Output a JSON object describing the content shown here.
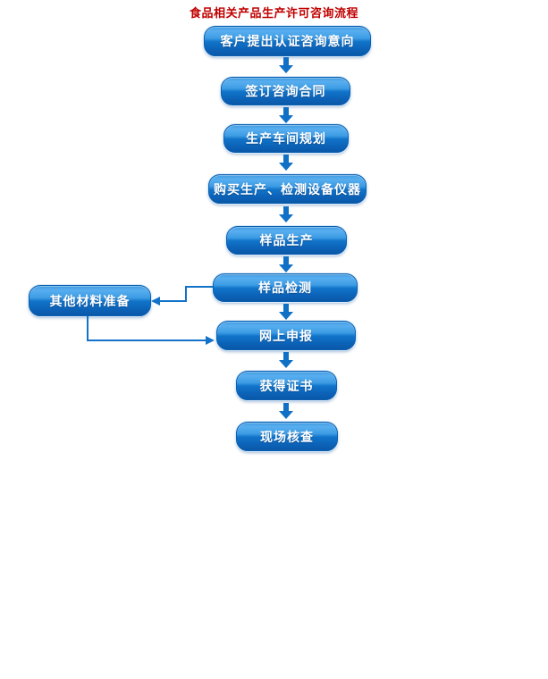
{
  "title": "食品相关产品生产许可咨询流程",
  "colors": {
    "title_text": "#c00000",
    "node_gradient_top": "#58aeef",
    "node_gradient_bottom": "#0a58a8",
    "node_border": "#0b5fb0",
    "node_text": "#ffffff",
    "arrow": "#1070c6",
    "connector_line": "#1273c8",
    "background": "#ffffff"
  },
  "flow": {
    "steps": [
      {
        "label": "客户提出认证咨询意向"
      },
      {
        "label": "签订咨询合同"
      },
      {
        "label": "生产车间规划"
      },
      {
        "label": "购买生产、检测设备仪器"
      },
      {
        "label": "样品生产"
      },
      {
        "label": "样品检测"
      },
      {
        "label": "网上申报"
      },
      {
        "label": "获得证书"
      },
      {
        "label": "现场核查"
      }
    ],
    "side_step": {
      "label": "其他材料准备"
    },
    "connections": [
      {
        "from": "客户提出认证咨询意向",
        "to": "签订咨询合同",
        "type": "down-arrow"
      },
      {
        "from": "签订咨询合同",
        "to": "生产车间规划",
        "type": "down-arrow"
      },
      {
        "from": "生产车间规划",
        "to": "购买生产、检测设备仪器",
        "type": "down-arrow"
      },
      {
        "from": "购买生产、检测设备仪器",
        "to": "样品生产",
        "type": "down-arrow"
      },
      {
        "from": "样品生产",
        "to": "样品检测",
        "type": "down-arrow"
      },
      {
        "from": "样品检测",
        "to": "网上申报",
        "type": "down-arrow"
      },
      {
        "from": "网上申报",
        "to": "获得证书",
        "type": "down-arrow"
      },
      {
        "from": "获得证书",
        "to": "现场核查",
        "type": "down-arrow"
      },
      {
        "from": "样品检测",
        "to": "其他材料准备",
        "type": "elbow-left"
      },
      {
        "from": "其他材料准备",
        "to": "网上申报",
        "type": "elbow-right"
      }
    ]
  }
}
